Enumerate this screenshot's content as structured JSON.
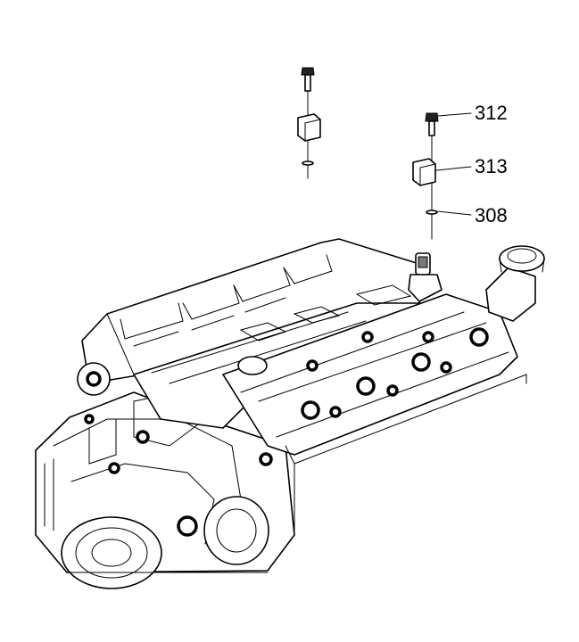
{
  "figure": {
    "callouts": [
      {
        "id": "bolt",
        "label": "312"
      },
      {
        "id": "bracket",
        "label": "313"
      },
      {
        "id": "seal",
        "label": "308"
      }
    ]
  }
}
